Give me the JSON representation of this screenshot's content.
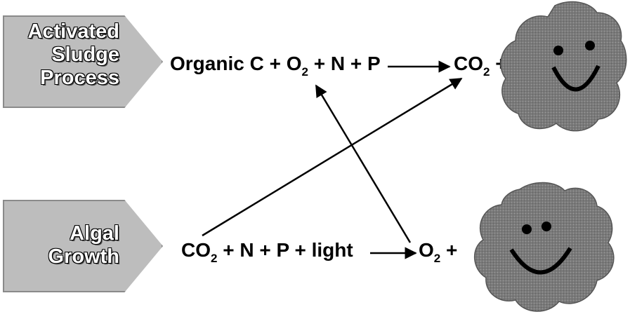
{
  "boxes": {
    "top": {
      "lines": [
        "Activated",
        "Sludge",
        "Process"
      ]
    },
    "bottom": {
      "lines": [
        "Algal",
        "Growth"
      ]
    }
  },
  "equations": {
    "top": {
      "lhs_a": "Organic C + O",
      "lhs_a_sub": "2",
      "lhs_b": " + N + P",
      "rhs_a": "CO",
      "rhs_a_sub": "2",
      "rhs_b": " +"
    },
    "bottom": {
      "lhs_a": "CO",
      "lhs_a_sub": "2",
      "lhs_b": " + N + P + light",
      "rhs_a": "O",
      "rhs_a_sub": "2",
      "rhs_b": " +"
    }
  },
  "colors": {
    "box_fill": "#bdbdbd",
    "cloud_fill": "#7a7a7a",
    "face": "#000000",
    "arrow": "#000000"
  },
  "icons": [
    "bacteria-cloud-smiley-icon",
    "algae-cloud-smiley-icon"
  ]
}
